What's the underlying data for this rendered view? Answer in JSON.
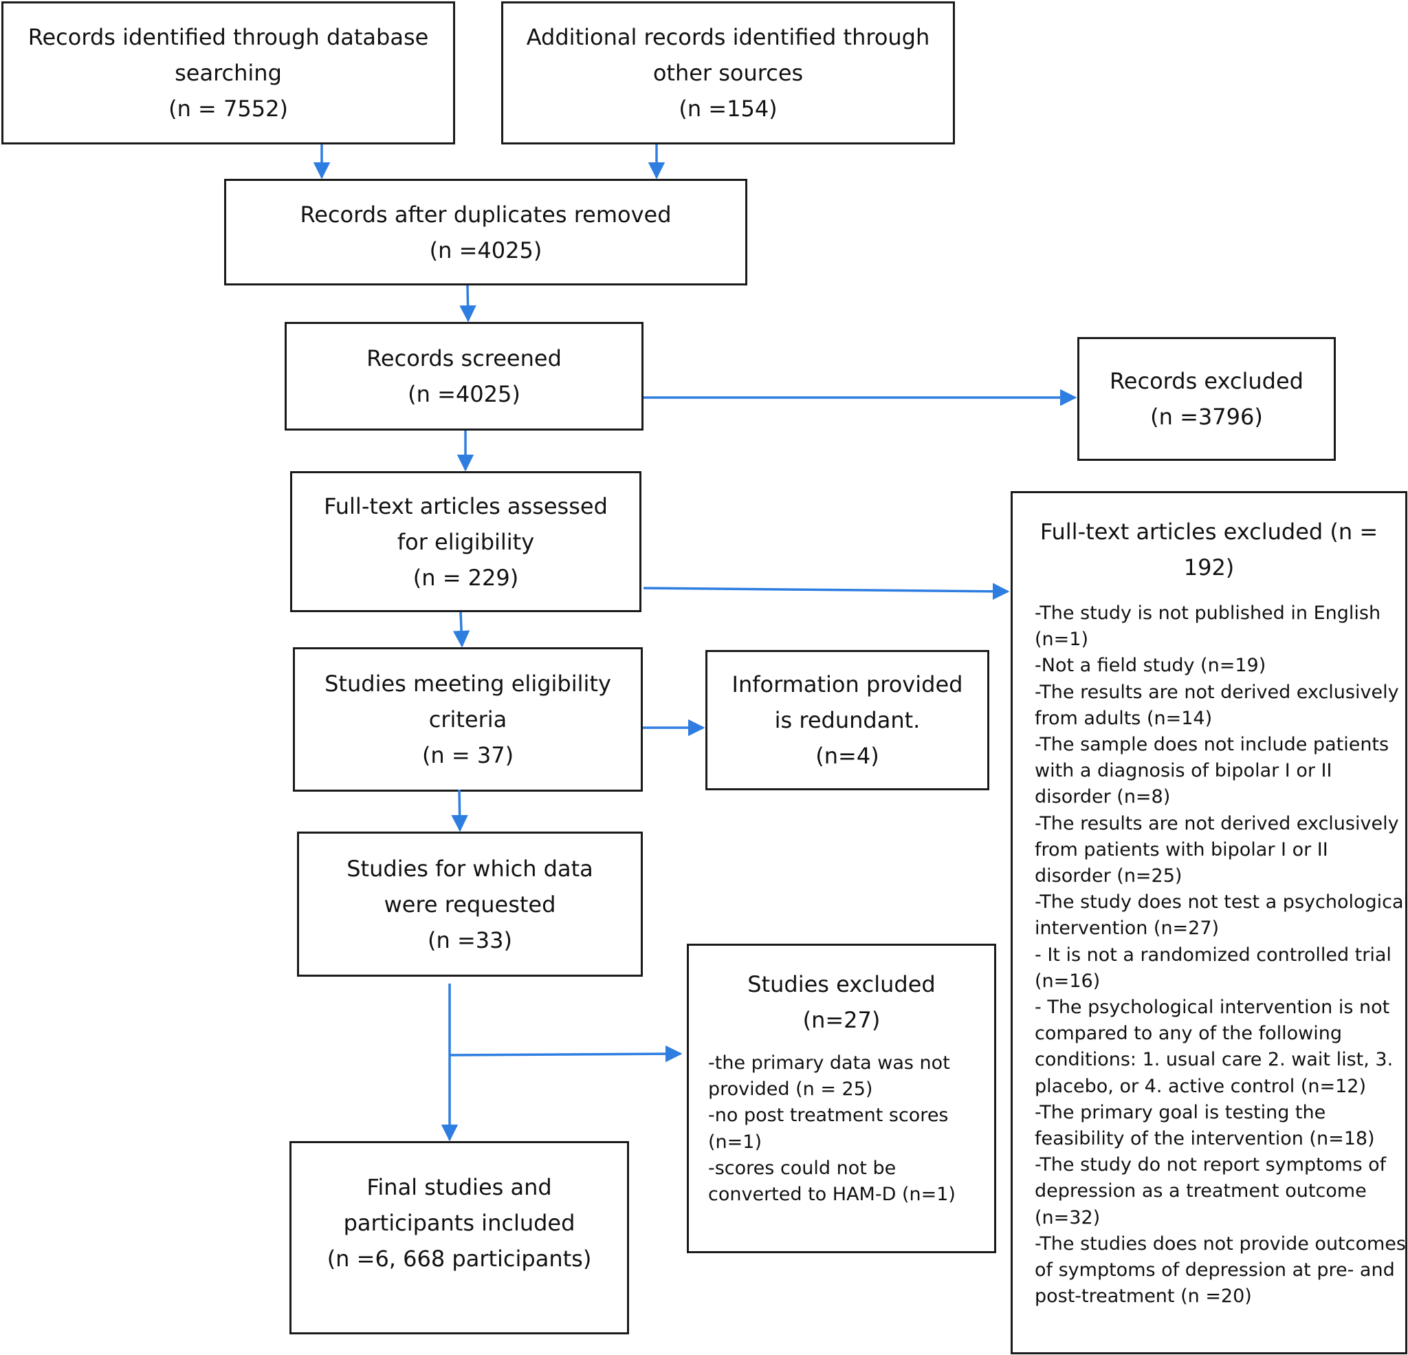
{
  "accent_color": "#2e7de0",
  "boxes": {
    "identified_db": {
      "lines": [
        "Records identified through database",
        "searching",
        "(n = 7552)"
      ]
    },
    "identified_other": {
      "lines": [
        "Additional records identified through",
        "other sources",
        "(n =154)"
      ]
    },
    "after_duplicates": {
      "lines": [
        "Records after duplicates removed",
        "(n =4025)"
      ]
    },
    "screened": {
      "lines": [
        "Records screened",
        "(n =4025)"
      ]
    },
    "records_excluded": {
      "lines": [
        "Records excluded",
        "(n =3796)"
      ]
    },
    "fulltext_assessed": {
      "lines": [
        "Full-text articles assessed",
        "for eligibility",
        "(n = 229)"
      ]
    },
    "meeting_criteria": {
      "lines": [
        "Studies meeting eligibility",
        "criteria",
        "(n = 37)"
      ]
    },
    "redundant": {
      "lines": [
        "Information provided",
        "is redundant.",
        "(n=4)"
      ]
    },
    "data_requested": {
      "lines": [
        "Studies for which data",
        "were requested",
        "(n =33)"
      ]
    },
    "final": {
      "lines": [
        "Final studies and",
        "participants included",
        "(n =6, 668 participants)"
      ]
    },
    "studies_excluded": {
      "title": [
        "Studies excluded",
        "(n=27)"
      ],
      "items": [
        "-the primary data was not",
        "provided (n = 25)",
        "-no post treatment scores",
        "(n=1)",
        "-scores could not be",
        "converted to HAM-D (n=1)"
      ]
    },
    "fulltext_excluded": {
      "title": [
        "Full-text articles excluded (n =",
        "192)"
      ],
      "items": [
        "-The study is not published in English",
        "(n=1)",
        "-Not a field study (n=19)",
        "-The results are not derived exclusively",
        "from adults (n=14)",
        "-The sample does not include patients",
        "with a diagnosis of bipolar I or II",
        "disorder (n=8)",
        "-The results are not derived exclusively",
        "from patients with bipolar I or II",
        "disorder (n=25)",
        "-The study does not test a psychological",
        "intervention (n=27)",
        "-  It is not a randomized controlled trial",
        "(n=16)",
        "- The psychological intervention is not",
        "compared to any of the following",
        "conditions: 1. usual care 2. wait list, 3.",
        "placebo, or 4. active control (n=12)",
        "-The primary goal is testing the",
        "feasibility of the intervention (n=18)",
        "-The study do not report symptoms of",
        "depression as a treatment outcome",
        "(n=32)",
        "-The studies does not provide outcomes",
        "of symptoms of depression at pre- and",
        "post-treatment (n =20)"
      ]
    }
  }
}
